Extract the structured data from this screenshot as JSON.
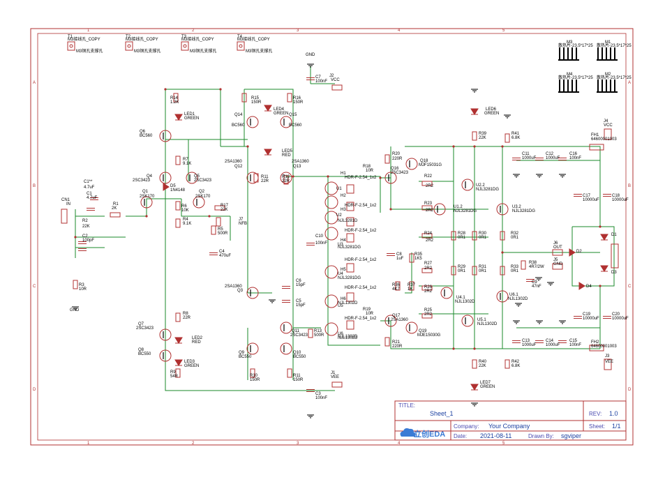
{
  "frame": {
    "cols": [
      "1",
      "2",
      "3",
      "4",
      "5"
    ],
    "rows": [
      "A",
      "B",
      "C",
      "D"
    ]
  },
  "title_block": {
    "title_label": "TITLE:",
    "title_value": "Sheet_1",
    "rev_label": "REV:",
    "rev_value": "1.0",
    "company_label": "Company:",
    "company_value": "Your Company",
    "sheet_label": "Sheet:",
    "sheet_value": "1/1",
    "date_label": "Date:",
    "date_value": "2021-08-11",
    "drawn_label": "Drawn By:",
    "drawn_value": "sgviper",
    "logo": "立创EDA"
  },
  "mount_holes": [
    {
      "ref": "T1",
      "a": "M3接线孔_COPY",
      "b": "M3铜孔支撑孔"
    },
    {
      "ref": "T2",
      "a": "M3接线孔_COPY",
      "b": "M3铜孔支撑孔"
    },
    {
      "ref": "T3",
      "a": "M3接线孔_COPY",
      "b": "M3铜孔支撑孔"
    },
    {
      "ref": "T4",
      "a": "M3接线孔_COPY",
      "b": "M3铜孔支撑孔"
    }
  ],
  "heatsinks": [
    {
      "ref": "M3",
      "val": "散热片-23.5*17*25"
    },
    {
      "ref": "M1",
      "val": "散热片-23.5*17*25"
    },
    {
      "ref": "M4",
      "val": "散热片-23.5*17*25"
    },
    {
      "ref": "M2",
      "val": "散热片-23.5*17*25"
    }
  ],
  "labels": [
    {
      "t": "GND"
    },
    {
      "t": "C7"
    },
    {
      "t": "100nF"
    },
    {
      "t": "J2"
    },
    {
      "t": "VCC"
    },
    {
      "t": "R14"
    },
    {
      "t": "1.2K"
    },
    {
      "t": "LED1"
    },
    {
      "t": "GREEN"
    },
    {
      "t": "R15"
    },
    {
      "t": "150R"
    },
    {
      "t": "R16"
    },
    {
      "t": "150R"
    },
    {
      "t": "LED4"
    },
    {
      "t": "GREEN"
    },
    {
      "t": "Q14"
    },
    {
      "t": "BC560"
    },
    {
      "t": "Q15"
    },
    {
      "t": "BC560"
    },
    {
      "t": "Q6"
    },
    {
      "t": "BC560"
    },
    {
      "t": "LED5"
    },
    {
      "t": "RED"
    },
    {
      "t": "R7"
    },
    {
      "t": "9.1K"
    },
    {
      "t": "2SA1360"
    },
    {
      "t": "Q12"
    },
    {
      "t": "2SA1360"
    },
    {
      "t": "Q13"
    },
    {
      "t": "Q4"
    },
    {
      "t": "2SC3423"
    },
    {
      "t": "Q5"
    },
    {
      "t": "2SC3423"
    },
    {
      "t": "D5"
    },
    {
      "t": "1N4148"
    },
    {
      "t": "R11"
    },
    {
      "t": "22R"
    },
    {
      "t": "R12"
    },
    {
      "t": "22R"
    },
    {
      "t": "C1**"
    },
    {
      "t": "4.7uF"
    },
    {
      "t": "C1"
    },
    {
      "t": "4.7uF"
    },
    {
      "t": "Q1"
    },
    {
      "t": "2SK170"
    },
    {
      "t": "Q2"
    },
    {
      "t": "2SK170"
    },
    {
      "t": "CN1"
    },
    {
      "t": "IN"
    },
    {
      "t": "R1"
    },
    {
      "t": "2K"
    },
    {
      "t": "R6"
    },
    {
      "t": "10K"
    },
    {
      "t": "R17"
    },
    {
      "t": "22K"
    },
    {
      "t": "J7"
    },
    {
      "t": "NFB"
    },
    {
      "t": "R2"
    },
    {
      "t": "22K"
    },
    {
      "t": "R4"
    },
    {
      "t": "9.1K"
    },
    {
      "t": "C2"
    },
    {
      "t": "100pF"
    },
    {
      "t": "R5"
    },
    {
      "t": "500R"
    },
    {
      "t": "C4"
    },
    {
      "t": "470uF"
    },
    {
      "t": "R3"
    },
    {
      "t": "10R"
    },
    {
      "t": "GND"
    },
    {
      "t": "R8"
    },
    {
      "t": "22R"
    },
    {
      "t": "Q7"
    },
    {
      "t": "2SC3423"
    },
    {
      "t": "LED2"
    },
    {
      "t": "RED"
    },
    {
      "t": "Q8"
    },
    {
      "t": "BC550"
    },
    {
      "t": "LED3"
    },
    {
      "t": "GREEN"
    },
    {
      "t": "R9"
    },
    {
      "t": "54R"
    },
    {
      "t": "2SA1360"
    },
    {
      "t": "Q3"
    },
    {
      "t": "C6"
    },
    {
      "t": "15pF"
    },
    {
      "t": "C5"
    },
    {
      "t": "15pF"
    },
    {
      "t": "Q11"
    },
    {
      "t": "2SC3423"
    },
    {
      "t": "R13"
    },
    {
      "t": "500R"
    },
    {
      "t": "Q9"
    },
    {
      "t": "BC550"
    },
    {
      "t": "Q10"
    },
    {
      "t": "BC550"
    },
    {
      "t": "R10"
    },
    {
      "t": "150R"
    },
    {
      "t": "R11"
    },
    {
      "t": "150R"
    },
    {
      "t": "J1"
    },
    {
      "t": "VEE"
    },
    {
      "t": "C3"
    },
    {
      "t": "100nF"
    },
    {
      "t": "C10"
    },
    {
      "t": "100nF"
    },
    {
      "t": "H1"
    },
    {
      "t": "HDR-F-2.54_1x2"
    },
    {
      "t": "H2"
    },
    {
      "t": "HDR-F-2.54_1x2"
    },
    {
      "t": "H3"
    },
    {
      "t": "HDR-F-2.54_1x2"
    },
    {
      "t": "H4"
    },
    {
      "t": "HDR-F-2.54_1x2"
    },
    {
      "t": "H5"
    },
    {
      "t": "HDR-F-2.54_1x2"
    },
    {
      "t": "H6"
    },
    {
      "t": "HDR-F-2.54_1x2"
    },
    {
      "t": "U1"
    },
    {
      "t": "NJL3281D"
    },
    {
      "t": "U2"
    },
    {
      "t": "NJL3281DG"
    },
    {
      "t": "U3"
    },
    {
      "t": "NJL3281DG"
    },
    {
      "t": "U4"
    },
    {
      "t": "NJL1302D"
    },
    {
      "t": "U5"
    },
    {
      "t": "NJL1302D"
    },
    {
      "t": "U6"
    },
    {
      "t": "NJL1302D"
    },
    {
      "t": "R18"
    },
    {
      "t": "10R"
    },
    {
      "t": "R19"
    },
    {
      "t": "10R"
    },
    {
      "t": "R20"
    },
    {
      "t": "220R"
    },
    {
      "t": "Q18"
    },
    {
      "t": "MJF15031G"
    },
    {
      "t": "Q16"
    },
    {
      "t": "2SC3423"
    },
    {
      "t": "R22"
    },
    {
      "t": "2R2"
    },
    {
      "t": "R23"
    },
    {
      "t": "2R2"
    },
    {
      "t": "R24"
    },
    {
      "t": "2R2"
    },
    {
      "t": "U2.2"
    },
    {
      "t": "NJL3281DG"
    },
    {
      "t": "U1.2"
    },
    {
      "t": "NJL3281DG"
    },
    {
      "t": "U3.2"
    },
    {
      "t": "NJL3281DG"
    },
    {
      "t": "R28"
    },
    {
      "t": "0R1"
    },
    {
      "t": "R30"
    },
    {
      "t": "0R1"
    },
    {
      "t": "R32"
    },
    {
      "t": "0R1"
    },
    {
      "t": "C8"
    },
    {
      "t": "1uF"
    },
    {
      "t": "R35"
    },
    {
      "t": "1K5"
    },
    {
      "t": "R36"
    },
    {
      "t": "4K7"
    },
    {
      "t": "R37"
    },
    {
      "t": "1K"
    },
    {
      "t": "R27"
    },
    {
      "t": "2R2"
    },
    {
      "t": "R29"
    },
    {
      "t": "0R1"
    },
    {
      "t": "R31"
    },
    {
      "t": "0R1"
    },
    {
      "t": "R33"
    },
    {
      "t": "0R1"
    },
    {
      "t": "R26"
    },
    {
      "t": "2R2"
    },
    {
      "t": "R25"
    },
    {
      "t": "2R2"
    },
    {
      "t": "U4.1"
    },
    {
      "t": "NJL1302D"
    },
    {
      "t": "U5.1"
    },
    {
      "t": "NJL1302D"
    },
    {
      "t": "U6.1"
    },
    {
      "t": "NJL1302D"
    },
    {
      "t": "Q17"
    },
    {
      "t": "2SA1360"
    },
    {
      "t": "Q19"
    },
    {
      "t": "MJE15030G"
    },
    {
      "t": "R21"
    },
    {
      "t": "220R"
    },
    {
      "t": "LED6"
    },
    {
      "t": "GREEN"
    },
    {
      "t": "R39"
    },
    {
      "t": "22K"
    },
    {
      "t": "R41"
    },
    {
      "t": "6.8K"
    },
    {
      "t": "C11"
    },
    {
      "t": "1000uF"
    },
    {
      "t": "C12"
    },
    {
      "t": "1000uF"
    },
    {
      "t": "C16"
    },
    {
      "t": "100nF"
    },
    {
      "t": "J4"
    },
    {
      "t": "VCC"
    },
    {
      "t": "FH1"
    },
    {
      "t": "64600001003"
    },
    {
      "t": "C17"
    },
    {
      "t": "10000uF"
    },
    {
      "t": "C18"
    },
    {
      "t": "10000uF"
    },
    {
      "t": "J6"
    },
    {
      "t": "OUT"
    },
    {
      "t": "J5"
    },
    {
      "t": "GND"
    },
    {
      "t": "R38"
    },
    {
      "t": "4R7/2W"
    },
    {
      "t": "C9"
    },
    {
      "t": "47nF"
    },
    {
      "t": "D1"
    },
    {
      "t": "D2"
    },
    {
      "t": "D3"
    },
    {
      "t": "D4"
    },
    {
      "t": "C19"
    },
    {
      "t": "10000uF"
    },
    {
      "t": "C20"
    },
    {
      "t": "10000uF"
    },
    {
      "t": "C13"
    },
    {
      "t": "1000uF"
    },
    {
      "t": "C14"
    },
    {
      "t": "1000uF"
    },
    {
      "t": "C15"
    },
    {
      "t": "100nF"
    },
    {
      "t": "FH2"
    },
    {
      "t": "64600001003"
    },
    {
      "t": "J3"
    },
    {
      "t": "VEE"
    },
    {
      "t": "R40"
    },
    {
      "t": "22K"
    },
    {
      "t": "R42"
    },
    {
      "t": "6.8K"
    },
    {
      "t": "LED7"
    },
    {
      "t": "GREEN"
    }
  ]
}
